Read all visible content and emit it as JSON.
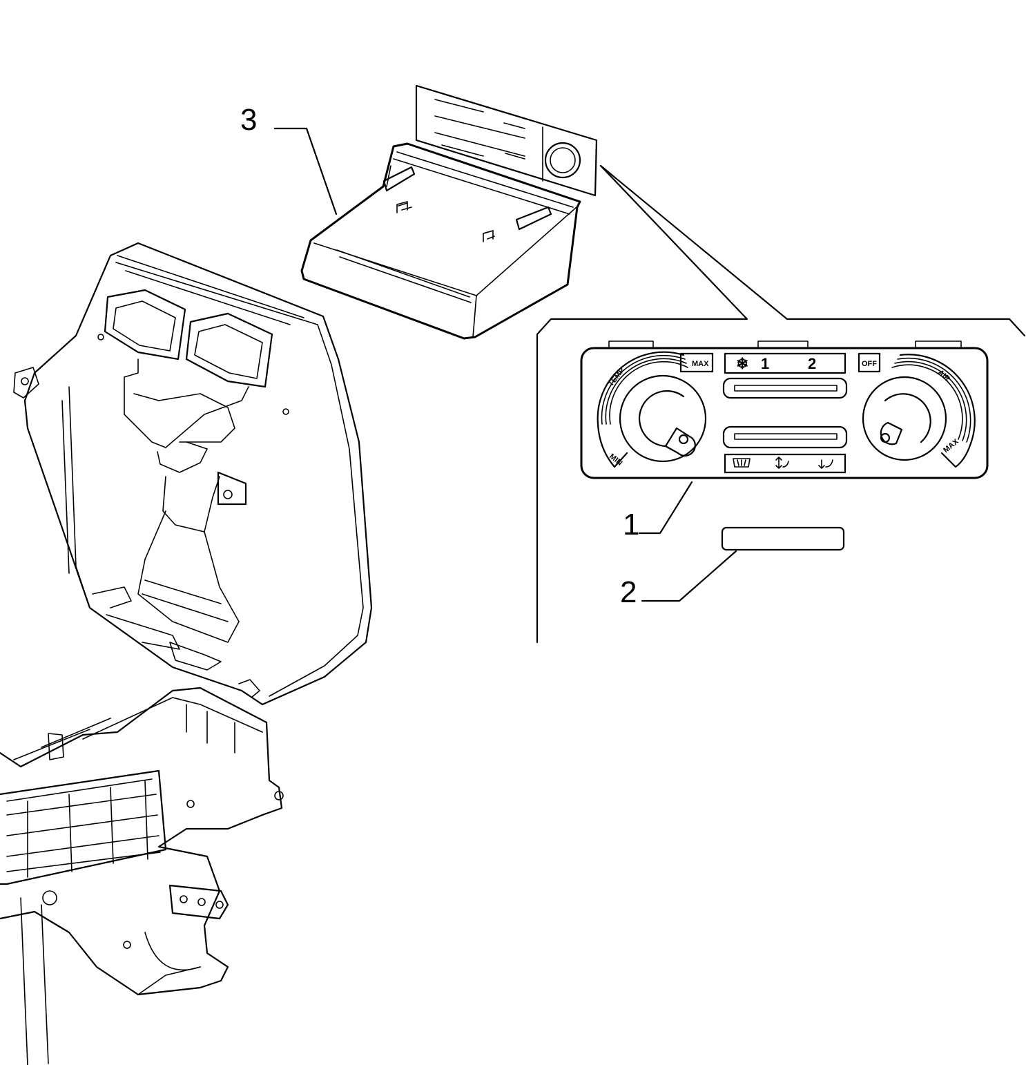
{
  "callouts": {
    "part_1": "1",
    "part_2": "2",
    "part_3": "3"
  },
  "control_panel": {
    "temp_max": "MAX",
    "temp_min": "MIN",
    "temp_label": "TEMP",
    "fan_symbol": "❄",
    "speed_1": "1",
    "speed_2": "2",
    "air_off": "OFF",
    "air_label": "AIR",
    "air_max": "MAX"
  },
  "icons": [
    "fan-icon",
    "defrost-icon",
    "vent-floor-icon",
    "floor-icon"
  ]
}
